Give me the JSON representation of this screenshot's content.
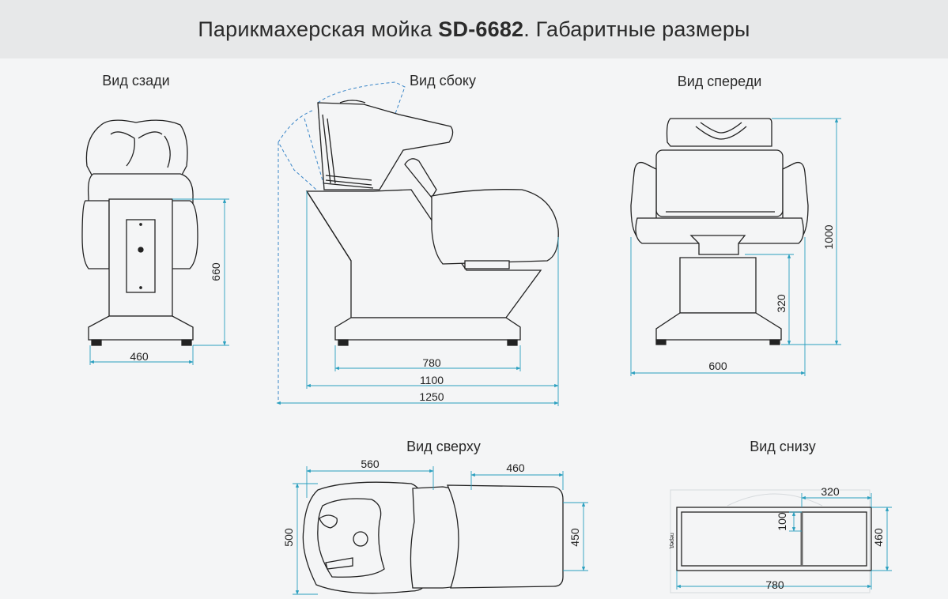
{
  "header": {
    "title_prefix": "Парикмахерская мойка ",
    "title_model": "SD-6682",
    "title_suffix": ". Габаритные размеры"
  },
  "views": {
    "rear": "Вид сзади",
    "side": "Вид сбоку",
    "front": "Вид спереди",
    "top": "Вид сверху",
    "bottom": "Вид снизу"
  },
  "dims": {
    "rear_width": "460",
    "rear_height": "660",
    "side_base": "780",
    "side_length": "1100",
    "side_total": "1250",
    "front_width": "600",
    "front_seat": "320",
    "front_height": "1000",
    "top_bowl": "560",
    "top_seat": "460",
    "top_depth": "500",
    "top_seat_depth": "450",
    "bottom_width": "320",
    "bottom_offset": "100",
    "bottom_depth": "460",
    "bottom_length": "780"
  },
  "bottom_small_label": "перед",
  "colors": {
    "dimension": "#2a9fbf",
    "outline": "#222222",
    "dashed": "#3a86c8"
  }
}
